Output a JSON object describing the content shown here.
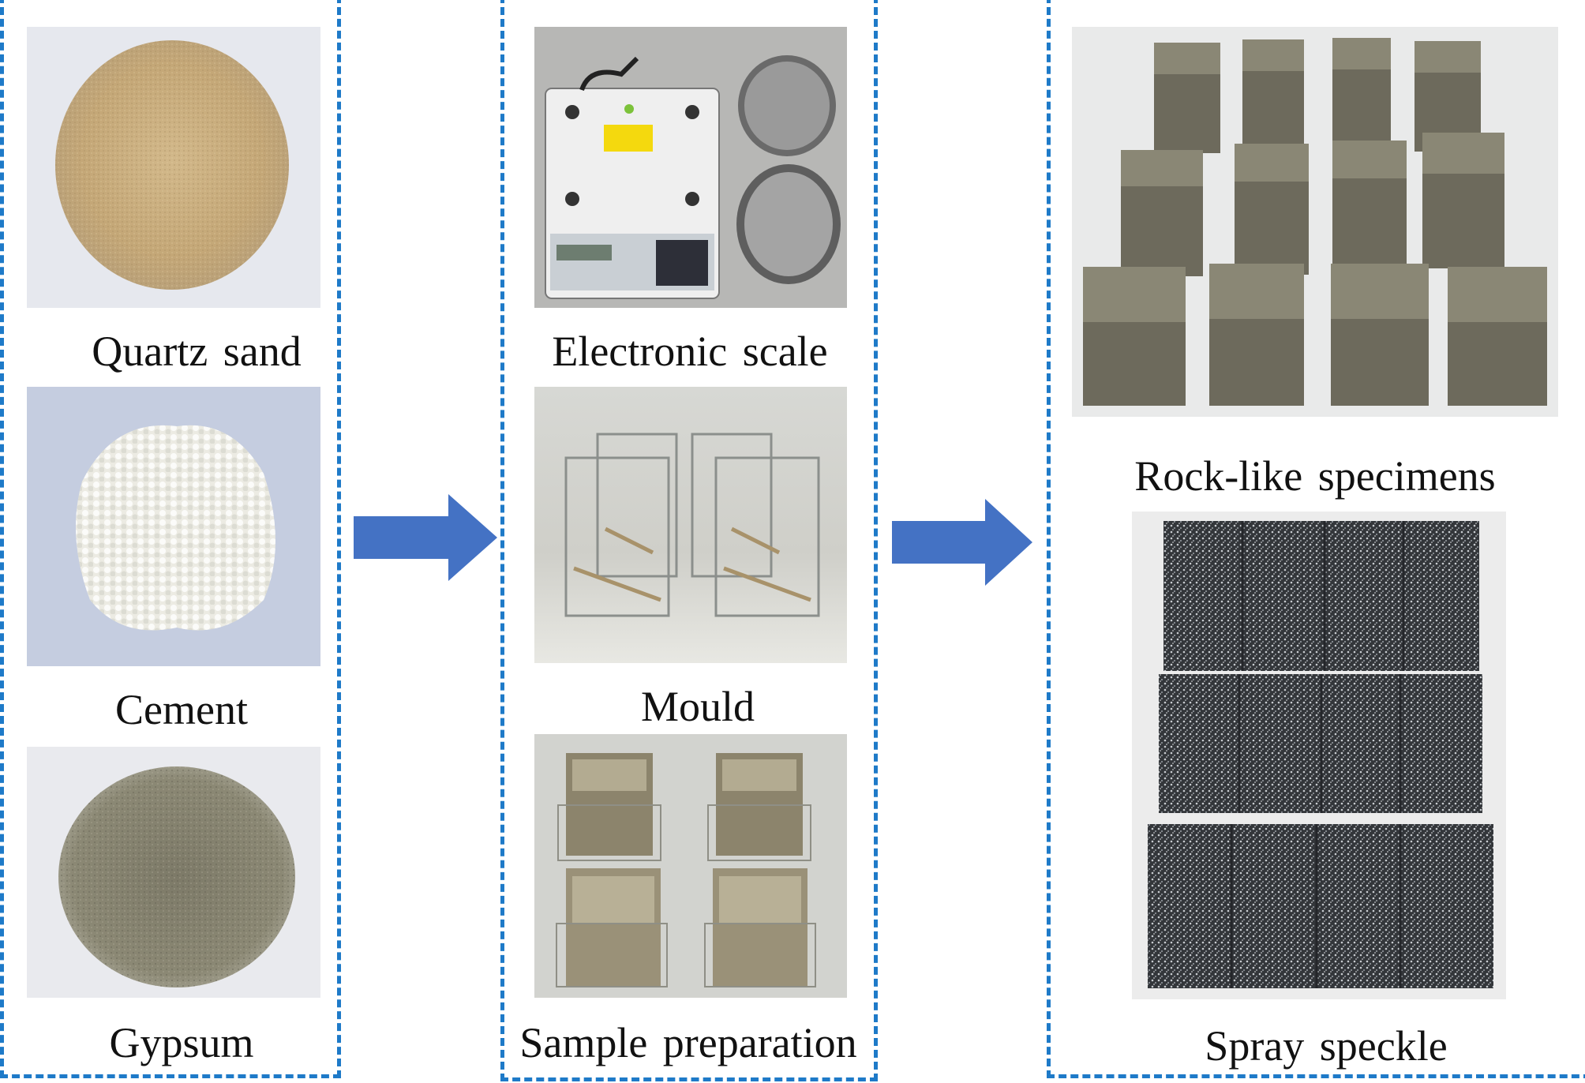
{
  "panels": {
    "materials": {
      "items": [
        {
          "label": "Quartz sand",
          "icon": "quartz-sand-photo"
        },
        {
          "label": "Cement",
          "icon": "cement-photo"
        },
        {
          "label": "Gypsum",
          "icon": "gypsum-photo"
        }
      ]
    },
    "process": {
      "items": [
        {
          "label": "Electronic scale",
          "icon": "electronic-scale-photo"
        },
        {
          "label": "Mould",
          "icon": "mould-photo"
        },
        {
          "label": "Sample preparation",
          "icon": "sample-preparation-photo"
        }
      ]
    },
    "results": {
      "items": [
        {
          "label": "Rock-like specimens",
          "icon": "rock-specimens-photo"
        },
        {
          "label": "Spray speckle",
          "icon": "spray-speckle-photo"
        }
      ]
    }
  },
  "colors": {
    "dash_border": "#1e7ac8",
    "arrow": "#4472c4"
  }
}
